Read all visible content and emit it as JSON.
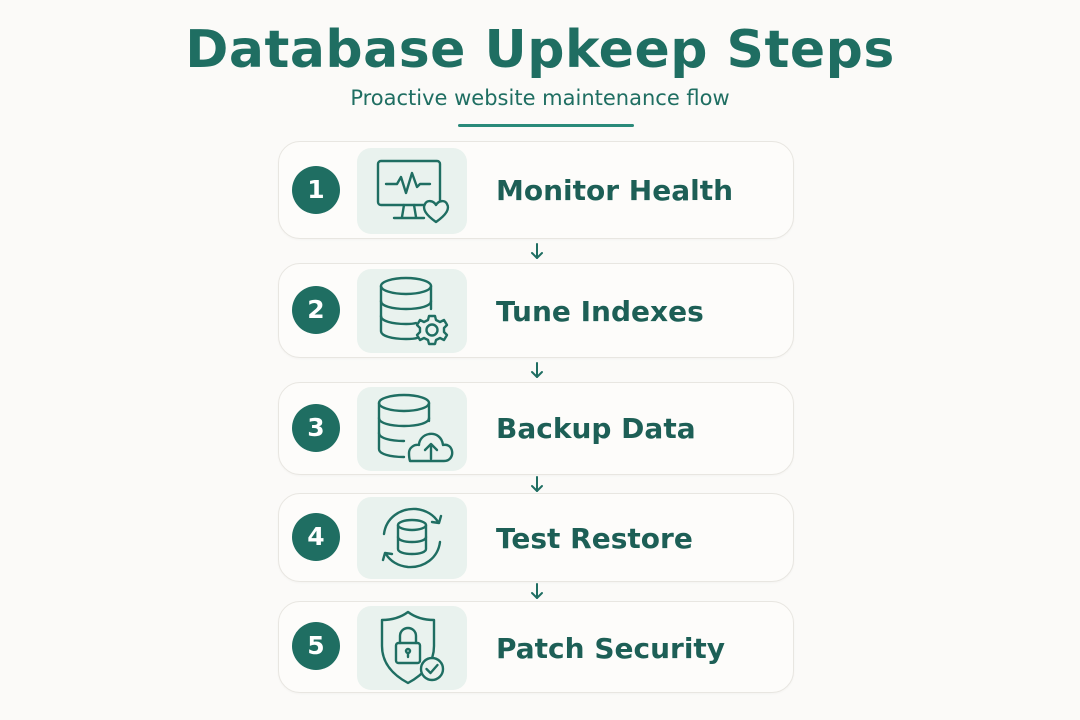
{
  "header": {
    "title": "Database Upkeep Steps",
    "subtitle": "Proactive website maintenance flow"
  },
  "steps": [
    {
      "number": "1",
      "label": "Monitor Health",
      "icon": "monitor-heart-icon"
    },
    {
      "number": "2",
      "label": "Tune Indexes",
      "icon": "database-gear-icon"
    },
    {
      "number": "3",
      "label": "Backup Data",
      "icon": "database-cloud-upload-icon"
    },
    {
      "number": "4",
      "label": "Test Restore",
      "icon": "database-sync-icon"
    },
    {
      "number": "5",
      "label": "Patch Security",
      "icon": "shield-lock-check-icon"
    }
  ],
  "colors": {
    "primary": "#1f6e62",
    "tile_background": "#e9f2ee",
    "card_border": "#e8e6e1",
    "background": "#fbfaf8"
  }
}
